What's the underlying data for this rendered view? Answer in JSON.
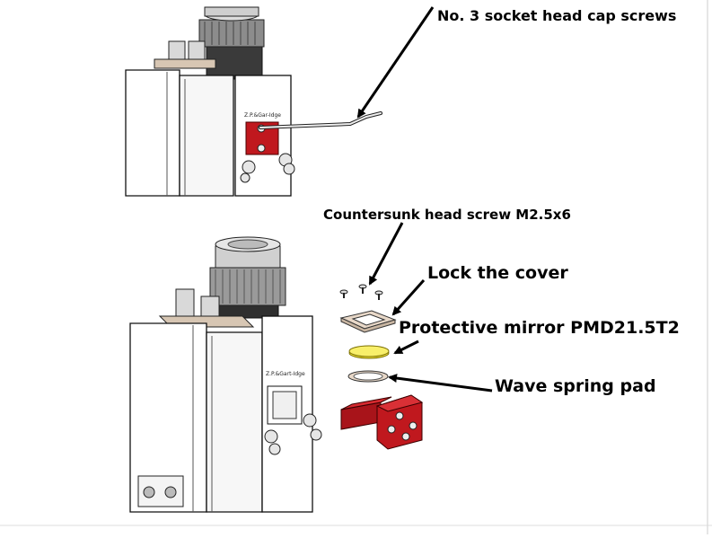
{
  "labels": {
    "socket_screws": "No. 3 socket head cap screws",
    "countersunk_screw": "Countersunk head screw M2.5x6",
    "lock_cover": "Lock the cover",
    "protective_mirror": "Protective mirror PMD21.5T2",
    "wave_spring": "Wave spring pad"
  },
  "colors": {
    "red_part": "#c0181e",
    "mirror_yellow": "#f2e53a",
    "cover_tan": "#e8d8c8"
  }
}
